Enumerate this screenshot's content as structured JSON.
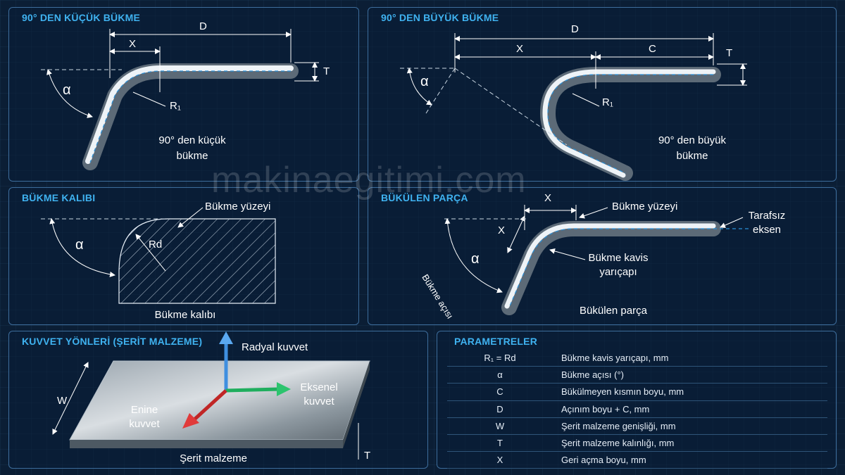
{
  "watermark": "makinaegitimi.com",
  "panels": {
    "small_bend": {
      "title": "90° DEN KÜÇÜK BÜKME",
      "dim_D": "D",
      "dim_X": "X",
      "dim_T": "T",
      "angle": "α",
      "radius": "R₁",
      "caption_line1": "90° den küçük",
      "caption_line2": "bükme"
    },
    "large_bend": {
      "title": "90° DEN BÜYÜK BÜKME",
      "dim_D": "D",
      "dim_X": "X",
      "dim_C": "C",
      "dim_T": "T",
      "angle": "α",
      "radius": "R₁",
      "caption_line1": "90° den büyük",
      "caption_line2": "bükme"
    },
    "die": {
      "title": "BÜKME KALIBI",
      "surface_label": "Bükme yüzeyi",
      "angle": "α",
      "radius": "Rd",
      "caption": "Bükme kalıbı"
    },
    "bent_part": {
      "title": "BÜKÜLEN PARÇA",
      "dim_X_top": "X",
      "dim_X_side": "X",
      "angle": "α",
      "surface_label": "Bükme yüzeyi",
      "neutral_line1": "Tarafsız",
      "neutral_line2": "eksen",
      "radius_line1": "Bükme kavis",
      "radius_line2": "yarıçapı",
      "angle_label": "Bükme açısı",
      "caption": "Bükülen parça"
    },
    "forces": {
      "title": "KUVVET YÖNLERİ (ŞERİT MALZEME)",
      "radial": "Radyal kuvvet",
      "axial_line1": "Eksenel",
      "axial_line2": "kuvvet",
      "transverse_line1": "Enine",
      "transverse_line2": "kuvvet",
      "dim_W": "W",
      "dim_T": "T",
      "caption": "Şerit malzeme"
    },
    "params": {
      "title": "PARAMETRELER",
      "rows": [
        {
          "sym": "R₁ = Rd",
          "desc": "Bükme kavis yarıçapı, mm"
        },
        {
          "sym": "α",
          "desc": "Bükme açısı (°)"
        },
        {
          "sym": "C",
          "desc": "Bükülmeyen kısmın boyu, mm"
        },
        {
          "sym": "D",
          "desc": "Açınım boyu + C, mm"
        },
        {
          "sym": "W",
          "desc": "Şerit malzeme genişliği, mm"
        },
        {
          "sym": "T",
          "desc": "Şerit malzeme kalınlığı, mm"
        },
        {
          "sym": "X",
          "desc": "Geri açma boyu, mm"
        }
      ]
    }
  }
}
